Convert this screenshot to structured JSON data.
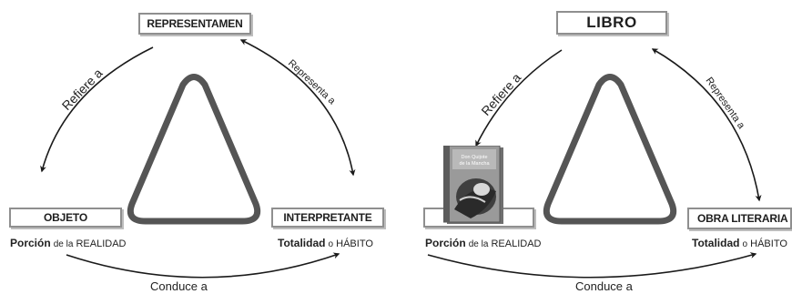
{
  "colors": {
    "triangle": "#555555",
    "arrow": "#1a1a1a",
    "box_border": "#8f8f8f"
  },
  "left": {
    "top_box": "REPRESENTAMEN",
    "left_box": "OBJETO",
    "right_box": "INTERPRETANTE",
    "arrow_left": "Refiere a",
    "arrow_right": "Representa a",
    "arrow_bottom": "Conduce a",
    "cap_left": {
      "bold": "Porción",
      "mid": "de la",
      "rest": "REALIDAD"
    },
    "cap_right": {
      "bold": "Totalidad",
      "mid": "o",
      "rest": "HÁBITO"
    }
  },
  "right": {
    "top_box": "LIBRO",
    "left_box": "",
    "right_box": "OBRA LITERARIA",
    "arrow_left": "Refiere a",
    "arrow_right": "Representa a",
    "arrow_bottom": "Conduce a",
    "cap_left": {
      "bold": "Porción",
      "mid": "de la",
      "rest": "REALIDAD"
    },
    "cap_right": {
      "bold": "Totalidad",
      "mid": "o",
      "rest": "HÁBITO"
    },
    "book_cover_text": "Don Quijote de la Mancha"
  }
}
